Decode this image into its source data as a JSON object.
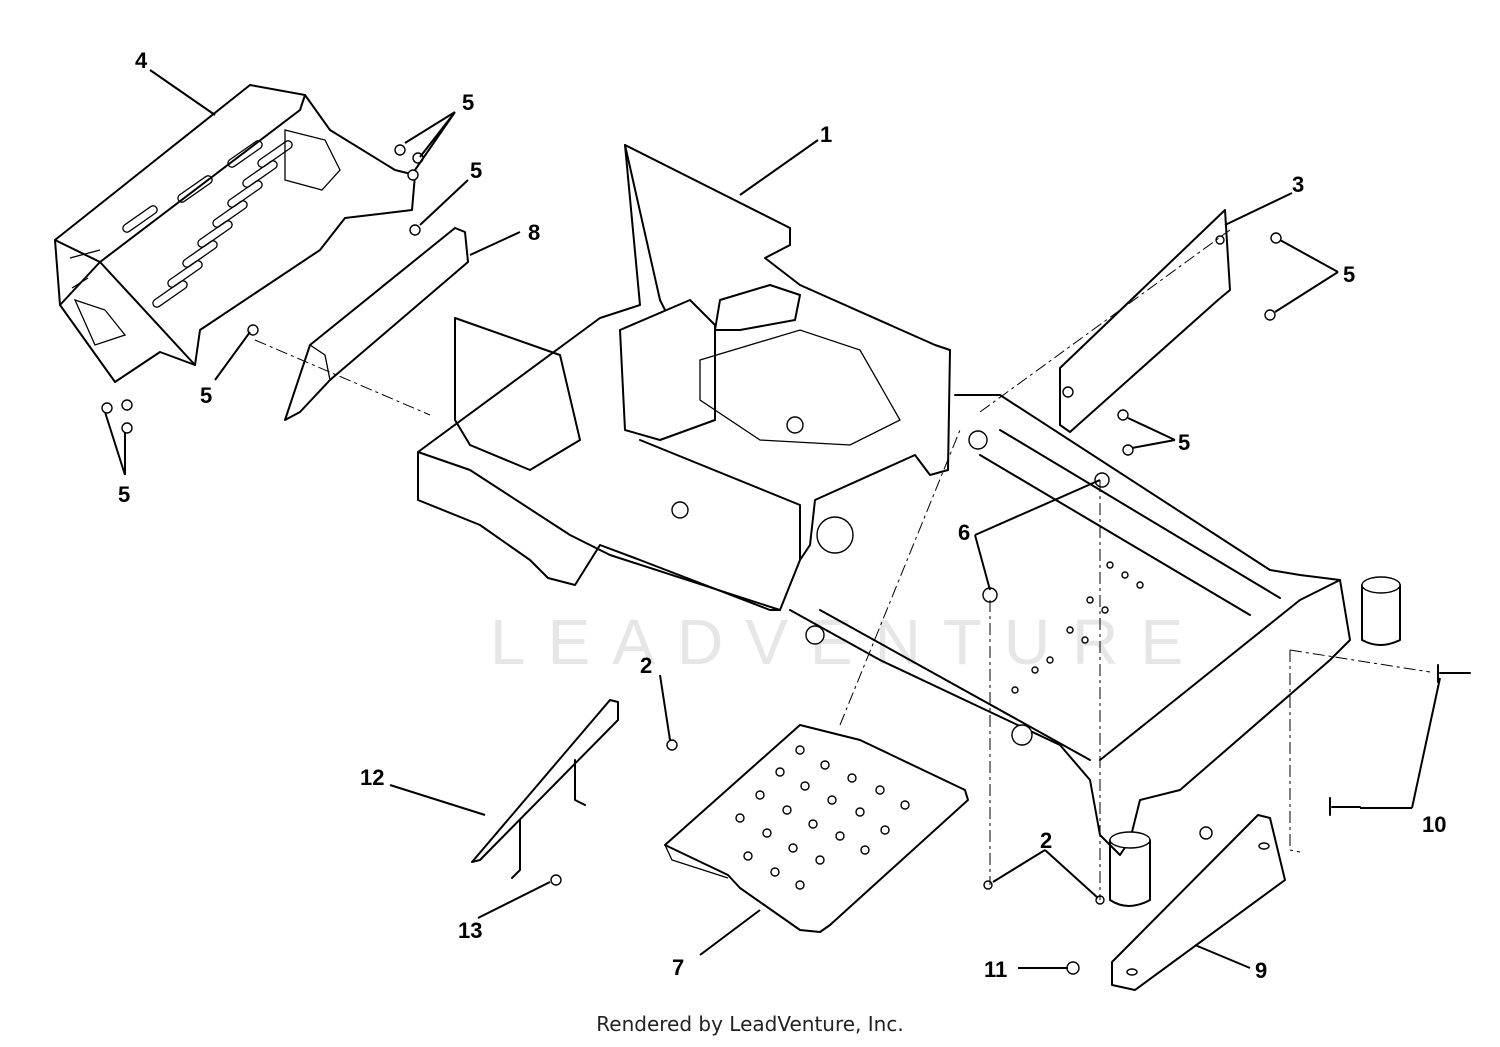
{
  "diagram": {
    "watermark": "LEADVENTURE",
    "footer": "Rendered by LeadVenture, Inc.",
    "callouts": [
      {
        "id": "c1",
        "label": "1"
      },
      {
        "id": "c2a",
        "label": "2"
      },
      {
        "id": "c2b",
        "label": "2"
      },
      {
        "id": "c3",
        "label": "3"
      },
      {
        "id": "c4",
        "label": "4"
      },
      {
        "id": "c5a",
        "label": "5"
      },
      {
        "id": "c5b",
        "label": "5"
      },
      {
        "id": "c5c",
        "label": "5"
      },
      {
        "id": "c5d",
        "label": "5"
      },
      {
        "id": "c5e",
        "label": "5"
      },
      {
        "id": "c5f",
        "label": "5"
      },
      {
        "id": "c6",
        "label": "6"
      },
      {
        "id": "c7",
        "label": "7"
      },
      {
        "id": "c8",
        "label": "8"
      },
      {
        "id": "c9",
        "label": "9"
      },
      {
        "id": "c10",
        "label": "10"
      },
      {
        "id": "c11",
        "label": "11"
      },
      {
        "id": "c12",
        "label": "12"
      },
      {
        "id": "c13",
        "label": "13"
      }
    ]
  }
}
